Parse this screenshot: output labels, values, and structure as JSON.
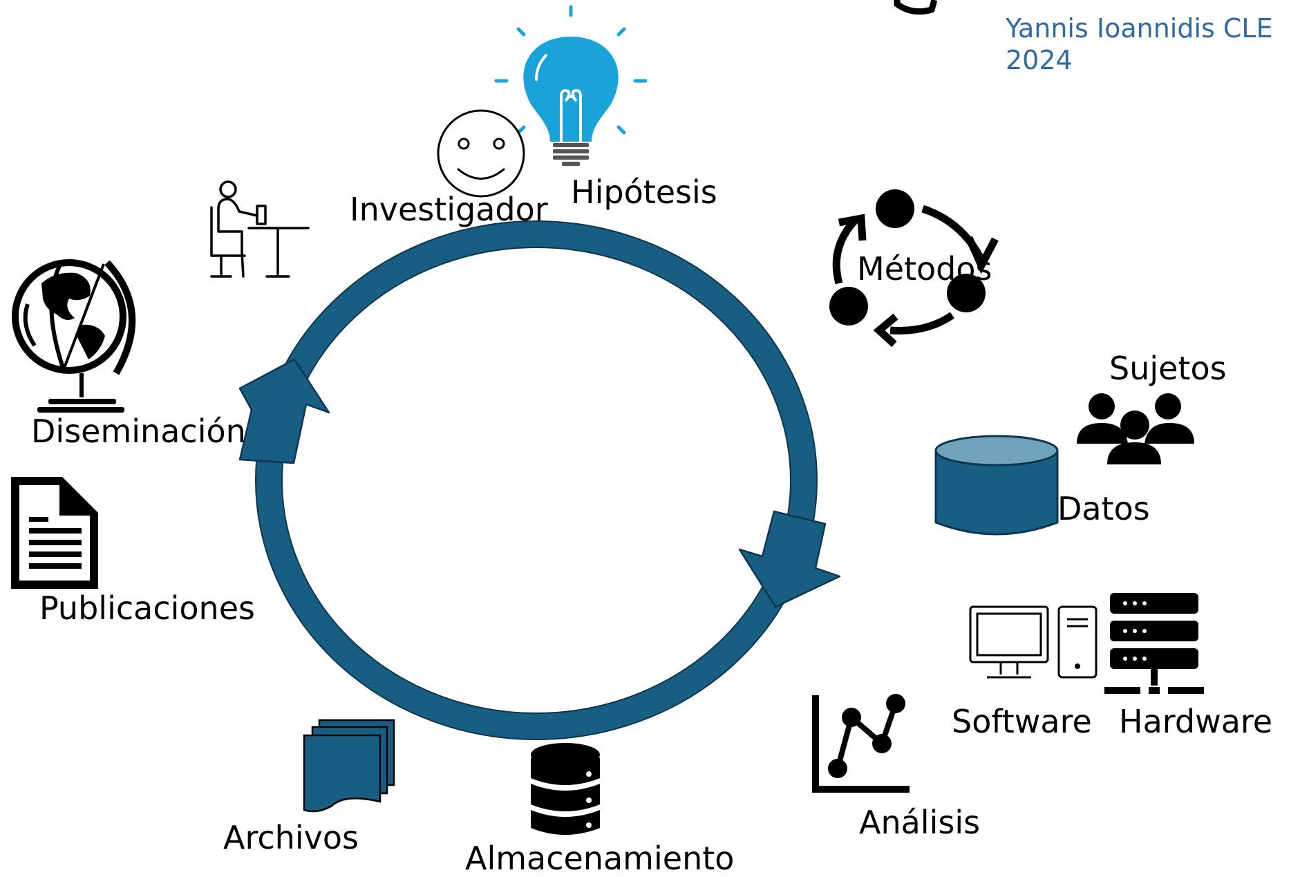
{
  "credit": {
    "line1": "Yannis Ioannidis CLE",
    "line2": "2024"
  },
  "labels": {
    "investigador": "Investigador",
    "hipotesis": "Hipótesis",
    "metodos": "Métodos",
    "sujetos": "Sujetos",
    "datos": "Datos",
    "software": "Software",
    "hardware": "Hardware",
    "analisis": "Análisis",
    "almacenamiento": "Almacenamiento",
    "archivos": "Archivos",
    "publicaciones": "Publicaciones",
    "diseminacion": "Diseminación"
  },
  "colors": {
    "cycle": "#175e82",
    "cycle_outline": "#0d3550",
    "bulb": "#19a3d9",
    "datos_top": "#6fa2bb",
    "credit": "#2f6aa3"
  },
  "icons": {
    "investigador": "person-at-desk-icon",
    "hipotesis": "lightbulb-icon",
    "smiley": "smiley-face-icon",
    "metodos": "cycle-arrows-icon",
    "sujetos": "people-group-icon",
    "datos": "database-cylinder-icon",
    "software": "desktop-computer-icon",
    "hardware": "server-rack-icon",
    "analisis": "line-chart-icon",
    "almacenamiento": "database-stack-icon",
    "archivos": "files-stack-icon",
    "publicaciones": "document-icon",
    "diseminacion": "globe-icon"
  }
}
